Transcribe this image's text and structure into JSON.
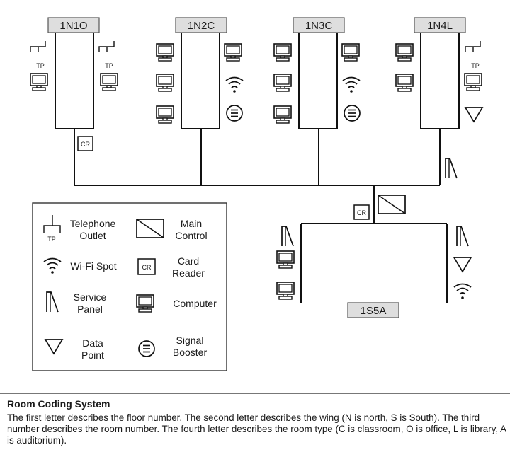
{
  "rooms": {
    "r1": "1N1O",
    "r2": "1N2C",
    "r3": "1N3C",
    "r4": "1N4L",
    "r5": "1S5A"
  },
  "symbols": {
    "tp": "TP",
    "cr": "CR"
  },
  "legend": {
    "telephone": [
      "Telephone",
      "Outlet"
    ],
    "main_control": [
      "Main",
      "Control"
    ],
    "wifi": "Wi-Fi Spot",
    "card_reader": [
      "Card",
      "Reader"
    ],
    "service_panel": [
      "Service",
      "Panel"
    ],
    "computer": "Computer",
    "data_point": [
      "Data",
      "Point"
    ],
    "signal_booster": [
      "Signal",
      "Booster"
    ]
  },
  "footer": {
    "title": "Room Coding System",
    "body": "The first letter describes the floor number. The second letter describes the wing (N is north, S is South). The third number describes the room number. The fourth letter describes the room type (C is classroom, O is office, L is library, A is auditorium)."
  }
}
